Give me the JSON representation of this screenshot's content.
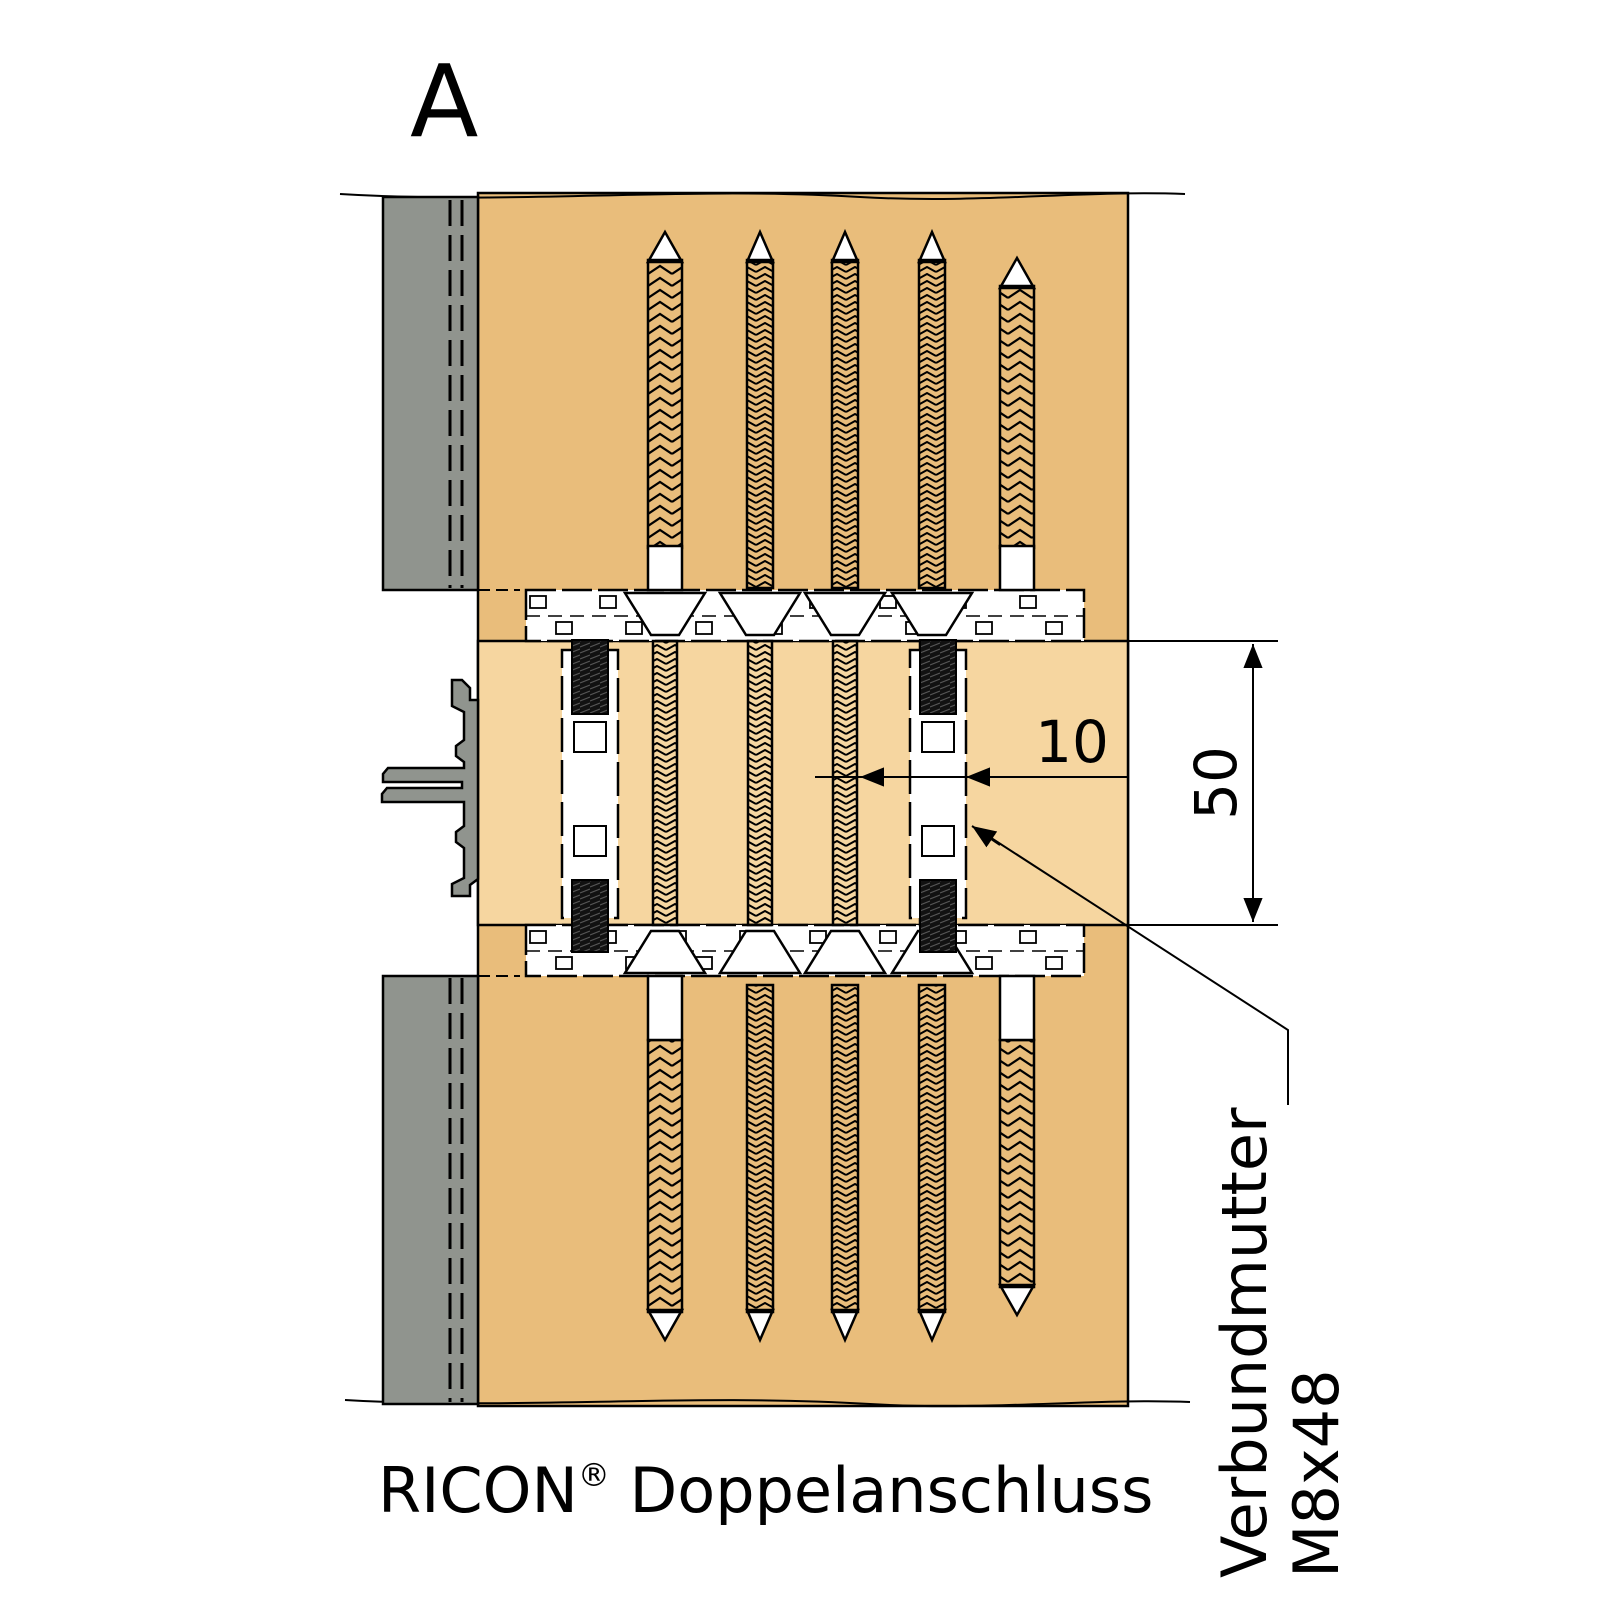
{
  "figure": {
    "view_letter": "A",
    "caption_main": "RICON",
    "caption_reg": "®",
    "caption_rest": " Doppelanschluss",
    "dimension_gap": "10",
    "dimension_height": "50",
    "annotation_line1": "Verbundmutter",
    "annotation_line2": "M8x48"
  },
  "colors": {
    "timber": "#e9bd7b",
    "timber_light": "#f6d6a0",
    "steel_plate": "#90948e",
    "line": "#000000",
    "hardware": "#ffffff"
  },
  "parts": {
    "screw_count_per_side": 5,
    "nut_count": 2
  }
}
